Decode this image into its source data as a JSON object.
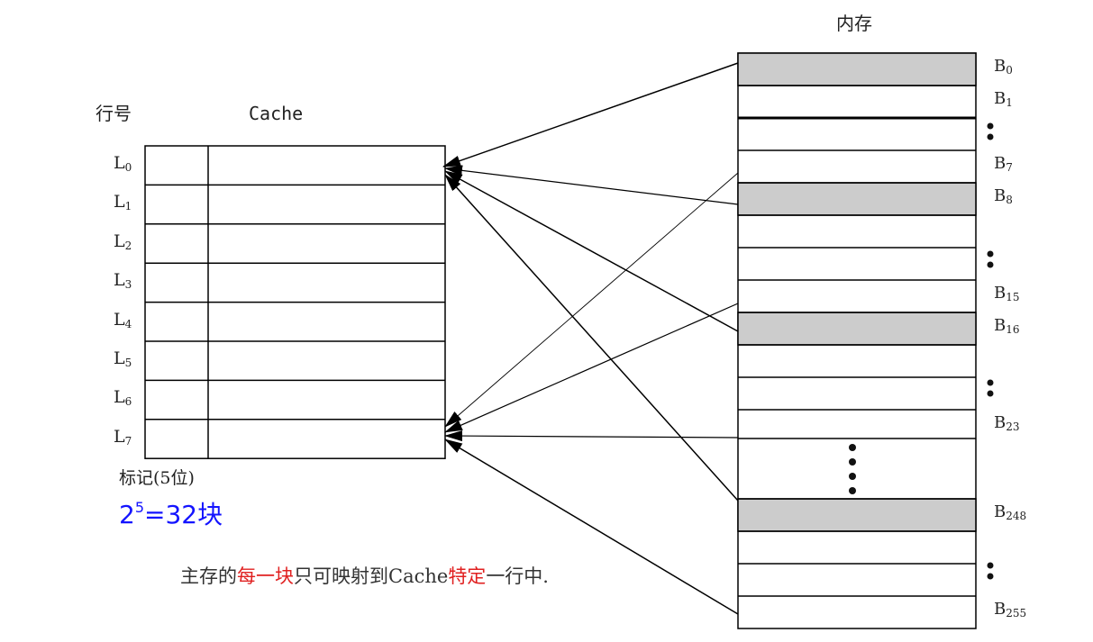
{
  "labels": {
    "memory_title": "内存",
    "line_no_title": "行号",
    "cache_title": "Cache",
    "tag_label": "标记(5位)",
    "power_base": "2",
    "power_exp": "5",
    "power_rest": "=32块"
  },
  "caption": {
    "part1": "主存的",
    "part2_red": "每一块",
    "part3": "只可映射到Cache",
    "part4_red": "特定",
    "part5": "一行中."
  },
  "cache_lines": [
    {
      "prefix": "L",
      "sub": "0"
    },
    {
      "prefix": "L",
      "sub": "1"
    },
    {
      "prefix": "L",
      "sub": "2"
    },
    {
      "prefix": "L",
      "sub": "3"
    },
    {
      "prefix": "L",
      "sub": "4"
    },
    {
      "prefix": "L",
      "sub": "5"
    },
    {
      "prefix": "L",
      "sub": "6"
    },
    {
      "prefix": "L",
      "sub": "7"
    }
  ],
  "memory_blocks": [
    {
      "prefix": "B",
      "sub": "0",
      "shaded": true
    },
    {
      "prefix": "B",
      "sub": "1",
      "shaded": false
    },
    {
      "prefix": "",
      "sub": "",
      "shaded": false
    },
    {
      "prefix": "B",
      "sub": "7",
      "shaded": false
    },
    {
      "prefix": "B",
      "sub": "8",
      "shaded": true
    },
    {
      "prefix": "",
      "sub": "",
      "shaded": false
    },
    {
      "prefix": "",
      "sub": "",
      "shaded": false
    },
    {
      "prefix": "B",
      "sub": "15",
      "shaded": false
    },
    {
      "prefix": "B",
      "sub": "16",
      "shaded": true
    },
    {
      "prefix": "",
      "sub": "",
      "shaded": false
    },
    {
      "prefix": "",
      "sub": "",
      "shaded": false
    },
    {
      "prefix": "B",
      "sub": "23",
      "shaded": false
    },
    {
      "prefix": "B",
      "sub": "248",
      "shaded": true
    },
    {
      "prefix": "",
      "sub": "",
      "shaded": false
    },
    {
      "prefix": "",
      "sub": "",
      "shaded": false
    },
    {
      "prefix": "B",
      "sub": "255",
      "shaded": false
    }
  ],
  "colors": {
    "shade": "#cccccc",
    "power_text": "#1414ff",
    "caption_highlight": "#e02020"
  }
}
